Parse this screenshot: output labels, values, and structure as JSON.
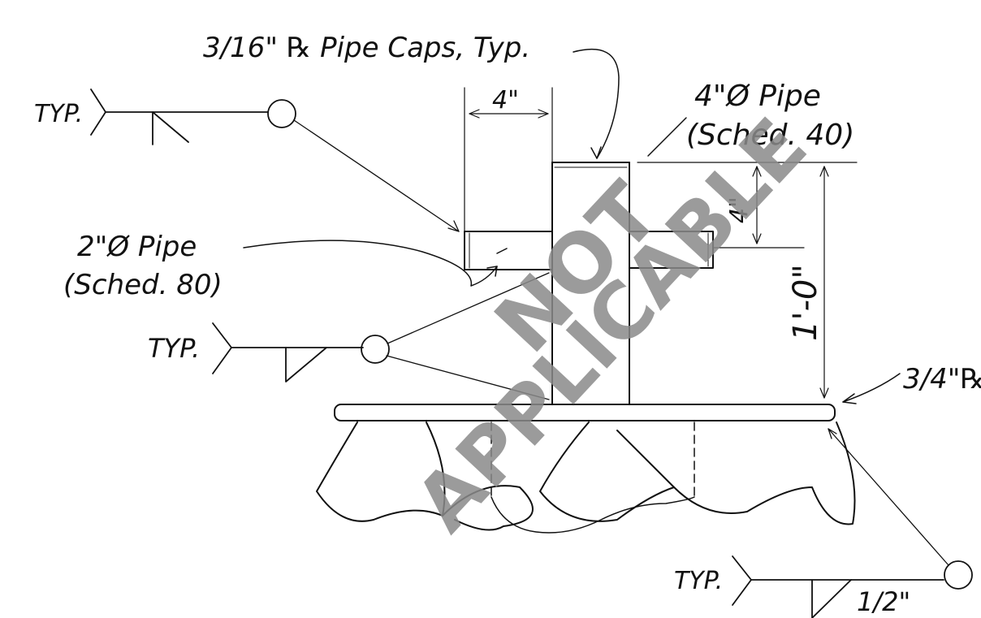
{
  "drawing": {
    "callouts": {
      "pipe_caps": "3/16\" ℞ Pipe Caps, Typ.",
      "pipe4_line1": "4\"Ø Pipe",
      "pipe4_line2": "(Sched. 40)",
      "pipe2_line1": "2\"Ø Pipe",
      "pipe2_line2": "(Sched. 80)",
      "plate_partial": "3/4\"℞"
    },
    "dimensions": {
      "cap_width": "4\"",
      "cap_offset": "4\"",
      "height": "1'-0\""
    },
    "weld_symbols": {
      "typ_top": "TYP.",
      "typ_mid": "TYP.",
      "typ_bottom": "TYP.",
      "bottom_weld_size": "1/2\""
    },
    "stamp": {
      "line1": "NOT",
      "line2": "APPLICABLE"
    }
  }
}
